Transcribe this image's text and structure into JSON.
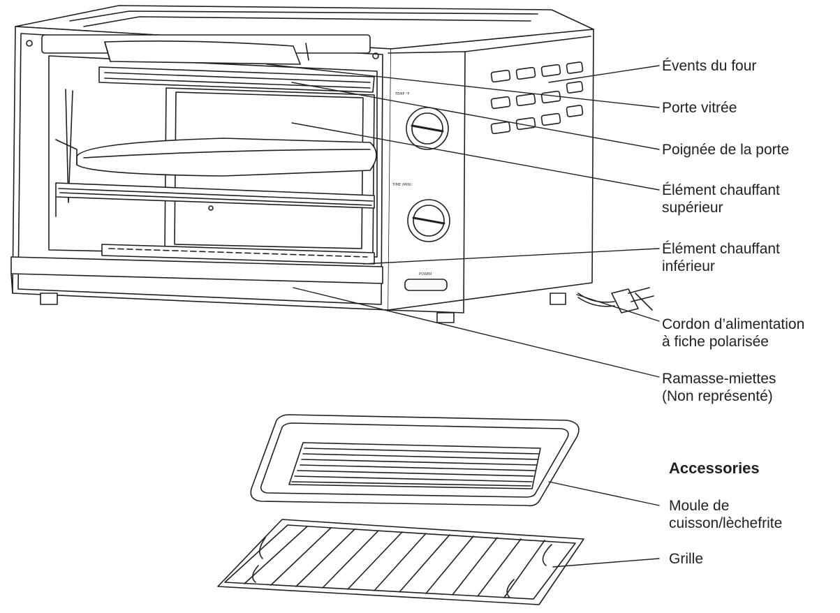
{
  "labels": {
    "vents": "Évents du four",
    "glass_door": "Porte vitrée",
    "door_handle": "Poignée de la porte",
    "upper_element": [
      "Élément chauffant",
      "supérieur"
    ],
    "lower_element": [
      "Élément chauffant",
      "inférieur"
    ],
    "power_cord": [
      "Cordon d’alimentation",
      "à fiche polarisée"
    ],
    "crumb_tray": [
      "Ramasse-miettes",
      "(Non représenté)"
    ]
  },
  "accessories": {
    "heading": "Accessories",
    "baking_pan": [
      "Moule de",
      "cuisson/lèchefrite"
    ],
    "rack": "Grille"
  },
  "oven_panel": {
    "temp_label": "TEMP °F",
    "time_label": "TIME (MIN)",
    "power_label": "POWER"
  }
}
